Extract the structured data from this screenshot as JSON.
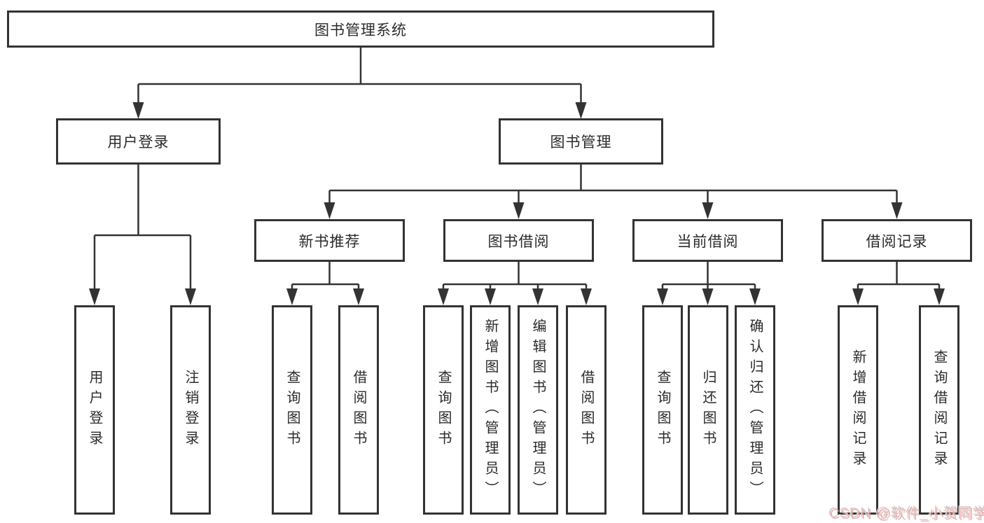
{
  "diagram": {
    "root_label": "图书管理系统",
    "branches": [
      {
        "label": "用户登录",
        "children": [
          "用户登录",
          "注销登录"
        ]
      },
      {
        "label": "图书管理",
        "sections": [
          {
            "label": "新书推荐",
            "children": [
              "查询图书",
              "借阅图书"
            ]
          },
          {
            "label": "图书借阅",
            "children": [
              "查询图书",
              "新增图书（管理员）",
              "编辑图书（管理员）",
              "借阅图书"
            ]
          },
          {
            "label": "当前借阅",
            "children": [
              "查询图书",
              "归还图书",
              "确认归还（管理员）"
            ]
          },
          {
            "label": "借阅记录",
            "children": [
              "新增借阅记录",
              "查询借阅记录"
            ]
          }
        ]
      }
    ]
  },
  "watermark": {
    "text": "CSDN @软件_小贺同学"
  },
  "colors": {
    "line": "#333333",
    "box_border": "#333333",
    "box_background": "#ffffff",
    "text": "#2b2b2b",
    "watermark_text": "#cccccc",
    "watermark_shadow": "#ff8c8c"
  }
}
